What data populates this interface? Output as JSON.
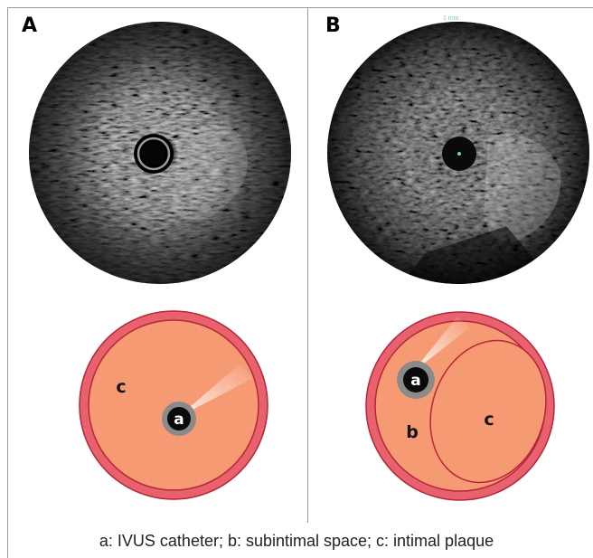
{
  "panels": [
    {
      "label": "A",
      "catheter_label": "a",
      "region_labels": {
        "c": "c"
      }
    },
    {
      "label": "B",
      "catheter_label": "a",
      "region_labels": {
        "b": "b",
        "c": "c"
      }
    }
  ],
  "caption": "a: IVUS catheter; b: subintimal space; c: intimal plaque",
  "colors": {
    "vessel_outer": "#e8626e",
    "vessel_inner": "#f59a73",
    "vessel_stroke": "#b8243a",
    "catheter_ring": "#8a8a8a",
    "ultrasound_bg": "#050505"
  }
}
